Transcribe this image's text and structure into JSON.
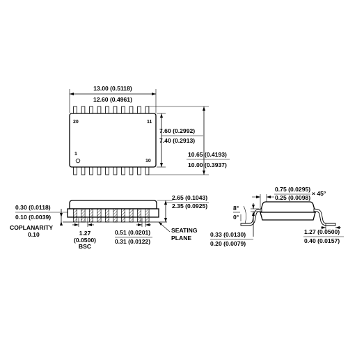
{
  "top_view": {
    "length_max": "13.00 (0.5118)",
    "length_min": "12.60 (0.4961)",
    "body_width_max": "7.60 (0.2992)",
    "body_width_min": "7.40 (0.2913)",
    "overall_width_max": "10.65 (0.4193)",
    "overall_width_min": "10.00 (0.3937)",
    "pin_20": "20",
    "pin_11": "11",
    "pin_1": "1",
    "pin_10": "10"
  },
  "side_view": {
    "lead_thk_max": "0.30 (0.0118)",
    "lead_thk_min": "0.10 (0.0039)",
    "coplanarity_label": "COPLANARITY",
    "coplanarity_value": "0.10",
    "pitch_value": "1.27",
    "pitch_inch": "(0.0500)",
    "pitch_note": "BSC",
    "lead_width_max": "0.51 (0.0201)",
    "lead_width_min": "0.31 (0.0122)",
    "height_max": "2.65 (0.1043)",
    "height_min": "2.35 (0.0925)",
    "seating_line1": "SEATING",
    "seating_line2": "PLANE"
  },
  "end_view": {
    "chamfer_max": "0.75 (0.0295)",
    "chamfer_min": "0.25 (0.0098)",
    "chamfer_angle": "× 45°",
    "angle_max": "8°",
    "angle_min": "0°",
    "foot_thk_max": "0.33 (0.0130)",
    "foot_thk_min": "0.20 (0.0079)",
    "foot_len_max": "1.27 (0.0500)",
    "foot_len_min": "0.40 (0.0157)"
  }
}
